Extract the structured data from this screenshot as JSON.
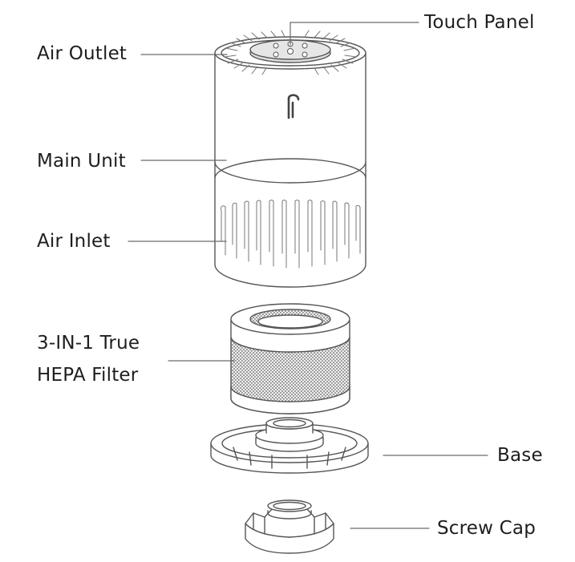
{
  "labels": {
    "touch_panel": "Touch Panel",
    "air_outlet": "Air Outlet",
    "main_unit": "Main Unit",
    "air_inlet": "Air Inlet",
    "filter_line1": "3-IN-1 True",
    "filter_line2": "HEPA Filter",
    "base": "Base",
    "screw_cap": "Screw Cap"
  },
  "colors": {
    "line": "#6a6a6a",
    "stroke": "#555555",
    "background": "#ffffff"
  }
}
